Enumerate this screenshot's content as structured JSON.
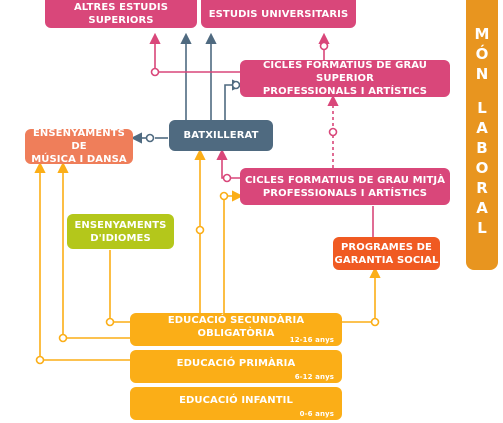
{
  "boxes": {
    "altres": "ALTRES ESTUDIS SUPERIORS",
    "universitaris": "ESTUDIS UNIVERSITARIS",
    "cfgs": [
      "CICLES FORMATIUS DE GRAU SUPERIOR",
      "PROFESSIONALS I ARTÍSTICS"
    ],
    "batxillerat": "BATXILLERAT",
    "musica": [
      "ENSENYAMENTS DE",
      "MÚSICA I DANSA"
    ],
    "cfgm": [
      "CICLES FORMATIUS DE GRAU MITJÀ",
      "PROFESSIONALS I ARTÍSTICS"
    ],
    "idiomes": [
      "ENSENYAMENTS",
      "D'IDIOMES"
    ],
    "garantia": [
      "PROGRAMES DE",
      "GARANTIA SOCIAL"
    ],
    "eso": "EDUCACIÓ SECUNDÀRIA OBLIGATÒRIA",
    "eso_age": "12-16 anys",
    "primaria": "EDUCACIÓ PRIMÀRIA",
    "primaria_age": "6-12 anys",
    "infantil": "EDUCACIÓ INFANTIL",
    "infantil_age": "0-6 anys"
  },
  "mon_laboral": {
    "line1": [
      "M",
      "Ó",
      "N"
    ],
    "line2": [
      "L",
      "A",
      "B",
      "O",
      "R",
      "A",
      "L"
    ]
  },
  "colors": {
    "university_tier": "#d9477a",
    "batxillerat": "#4f6a80",
    "musica": "#ef7e5a",
    "idiomes": "#b4c71b",
    "garantia": "#f05a22",
    "basic_education": "#fbae17",
    "mon_laboral": "#e8951f"
  }
}
